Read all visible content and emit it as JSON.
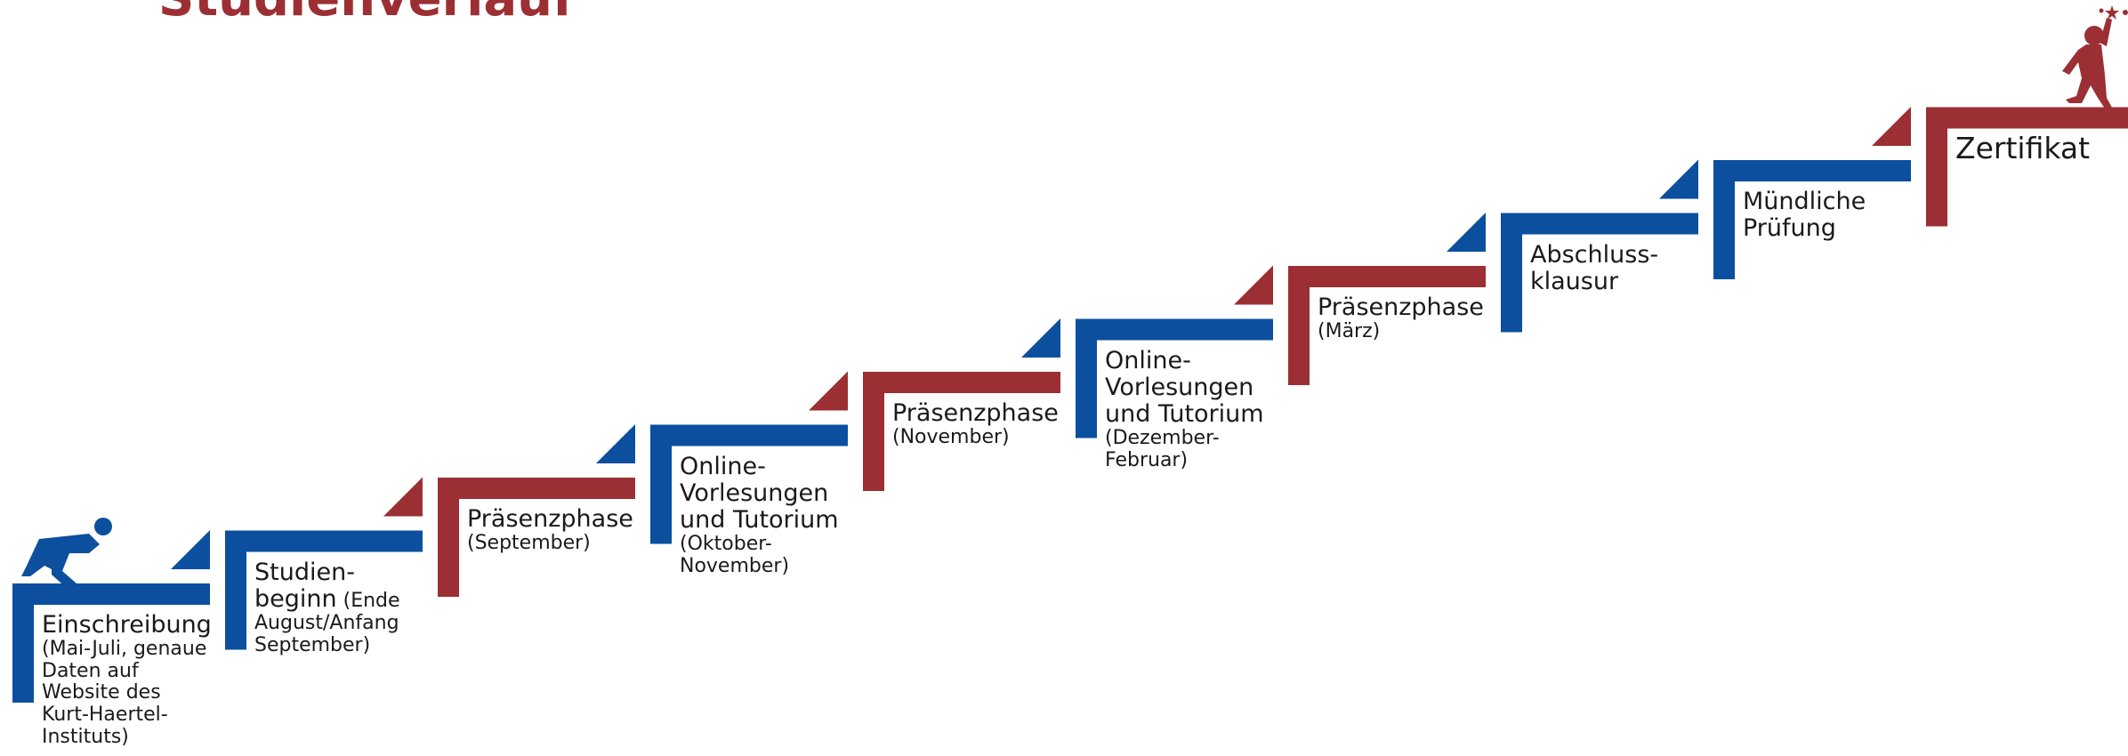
{
  "title": "Studienverlauf",
  "colors": {
    "blue": "#0b4f9e",
    "red": "#9b2f33"
  },
  "icons": {
    "start": "crouching-runner-icon",
    "finish": "reaching-star-figure-icon"
  },
  "steps": [
    {
      "main": "Einschreibung",
      "sub": [
        "(Mai-Juli, genaue",
        "Daten auf",
        "Website des",
        "Kurt-Haertel-",
        "Instituts)"
      ],
      "color": "blue"
    },
    {
      "main_lines": [
        "Studien-",
        "beginn"
      ],
      "inline_sub": "(Ende",
      "sub": [
        "August/Anfang",
        "September)"
      ],
      "color": "blue"
    },
    {
      "main": "Präsenzphase",
      "sub": [
        "(September)"
      ],
      "color": "red"
    },
    {
      "main_lines": [
        "Online-",
        "Vorlesungen",
        "und Tutorium"
      ],
      "sub": [
        "(Oktober-",
        "November)"
      ],
      "color": "blue"
    },
    {
      "main": "Präsenzphase",
      "sub": [
        "(November)"
      ],
      "color": "red"
    },
    {
      "main_lines": [
        "Online-",
        "Vorlesungen",
        "und Tutorium"
      ],
      "sub": [
        "(Dezember-",
        "Februar)"
      ],
      "color": "blue"
    },
    {
      "main": "Präsenzphase",
      "sub": [
        "(März)"
      ],
      "color": "red"
    },
    {
      "main_lines": [
        "Abschluss-",
        "klausur"
      ],
      "sub": [],
      "color": "blue"
    },
    {
      "main_lines": [
        "Mündliche",
        "Prüfung"
      ],
      "sub": [],
      "color": "blue"
    },
    {
      "main": "Zertifikat",
      "sub": [],
      "color": "red"
    }
  ]
}
